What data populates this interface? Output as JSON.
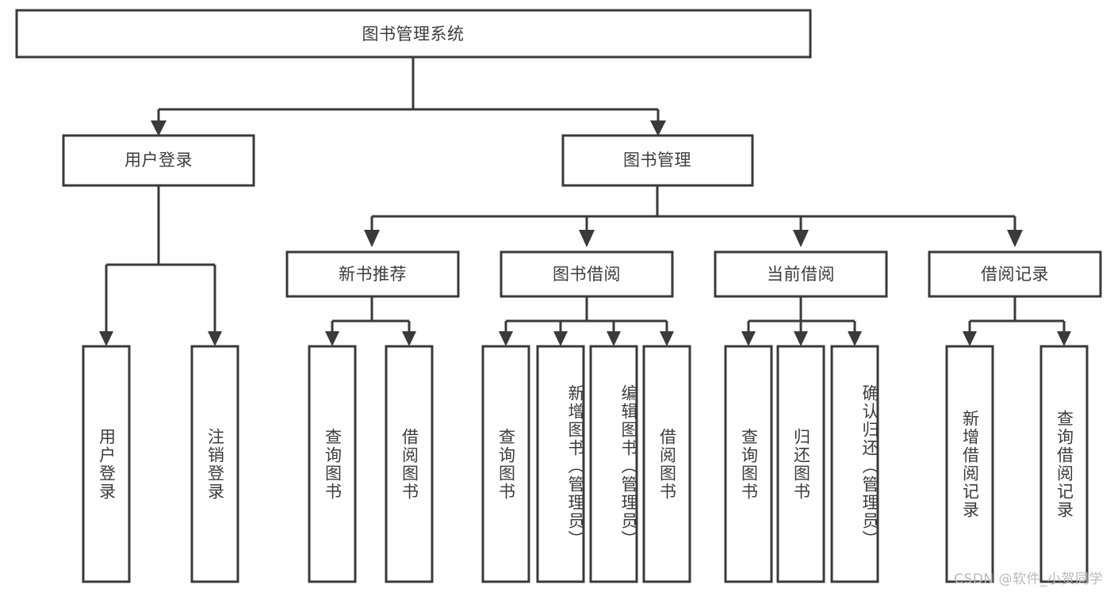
{
  "diagram": {
    "title": "图书管理系统",
    "type": "tree-hierarchy",
    "root": {
      "label": "图书管理系统"
    },
    "level1": [
      {
        "id": "user-login",
        "label": "用户登录"
      },
      {
        "id": "book-manage",
        "label": "图书管理"
      }
    ],
    "level2": [
      {
        "id": "new-book-rec",
        "label": "新书推荐",
        "parent": "book-manage"
      },
      {
        "id": "book-borrow",
        "label": "图书借阅",
        "parent": "book-manage"
      },
      {
        "id": "current-borrow",
        "label": "当前借阅",
        "parent": "book-manage"
      },
      {
        "id": "borrow-record",
        "label": "借阅记录",
        "parent": "book-manage"
      }
    ],
    "leaves": [
      {
        "id": "leaf-user-login",
        "label": "用户登录",
        "parent": "user-login"
      },
      {
        "id": "leaf-logout",
        "label": "注销登录",
        "parent": "user-login"
      },
      {
        "id": "leaf-query-book-rec",
        "label": "查询图书",
        "parent": "new-book-rec"
      },
      {
        "id": "leaf-borrow-book-rec",
        "label": "借阅图书",
        "parent": "new-book-rec"
      },
      {
        "id": "leaf-query-book-borrow",
        "label": "查询图书",
        "parent": "book-borrow"
      },
      {
        "id": "leaf-add-book",
        "label": "新增图书（管理员）",
        "parent": "book-borrow"
      },
      {
        "id": "leaf-edit-book",
        "label": "编辑图书（管理员）",
        "parent": "book-borrow"
      },
      {
        "id": "leaf-borrow-book",
        "label": "借阅图书",
        "parent": "book-borrow"
      },
      {
        "id": "leaf-query-book-cur",
        "label": "查询图书",
        "parent": "current-borrow"
      },
      {
        "id": "leaf-return-book",
        "label": "归还图书",
        "parent": "current-borrow"
      },
      {
        "id": "leaf-confirm-return",
        "label": "确认归还（管理员）",
        "parent": "current-borrow"
      },
      {
        "id": "leaf-add-record",
        "label": "新增借阅记录",
        "parent": "borrow-record"
      },
      {
        "id": "leaf-query-record",
        "label": "查询借阅记录",
        "parent": "borrow-record"
      }
    ],
    "colors": {
      "stroke": "#3a3a3a",
      "text": "#3c3c3c",
      "background": "#ffffff",
      "watermark": "#b9b9b9"
    }
  },
  "watermark": {
    "text": "CSDN @软件_小贺同学"
  }
}
